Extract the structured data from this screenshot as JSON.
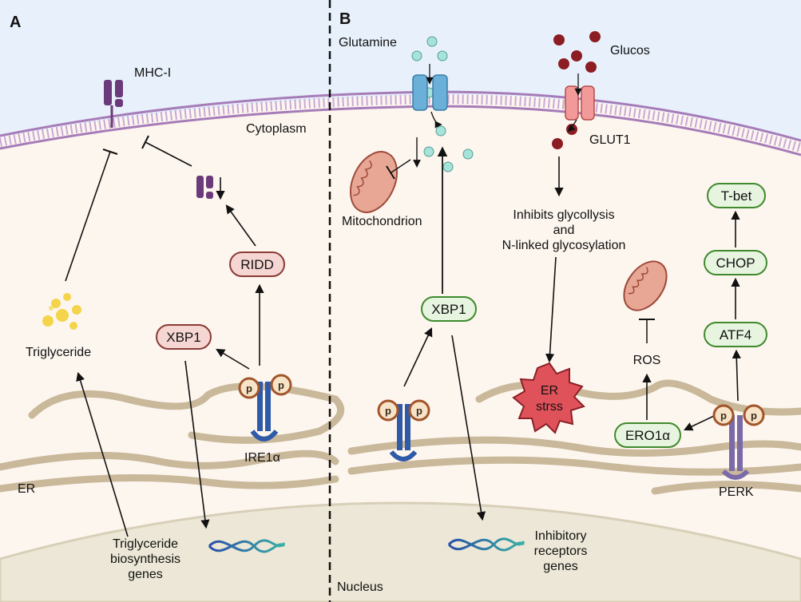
{
  "panels": {
    "a": "A",
    "b": "B"
  },
  "labels": {
    "mhc": "MHC-I",
    "cytoplasm": "Cytoplasm",
    "triglyceride": "Triglyceride",
    "er": "ER",
    "ire1": "IRE1α",
    "tg_genes_1": "Triglyceride",
    "tg_genes_2": "biosynthesis",
    "tg_genes_3": "genes",
    "glutamine": "Glutamine",
    "glucose": "Glucos",
    "glut1": "GLUT1",
    "mito": "Mitochondrion",
    "inhibits_1": "Inhibits glycollysis",
    "inhibits_2": "and",
    "inhibits_3": "N-linked glycosylation",
    "ros": "ROS",
    "perk": "PERK",
    "nucleus": "Nucleus",
    "inhib_1": "Inhibitory",
    "inhib_2": "receptors",
    "inhib_3": "genes",
    "er_stress_1": "ER",
    "er_stress_2": "strss",
    "p": "p"
  },
  "pills": {
    "ridd": "RIDD",
    "xbp1_a": "XBP1",
    "xbp1_b": "XBP1",
    "tbet": "T-bet",
    "chop": "CHOP",
    "atf4": "ATF4",
    "ero1": "ERO1α"
  },
  "colors": {
    "pill_red_fill": "#f5d6d2",
    "pill_red_stroke": "#8a3b35",
    "pill_green_fill": "#e7f4e0",
    "pill_green_stroke": "#3f8a2c",
    "membrane": "#a67cb8",
    "er": "#c9b89a",
    "nucleus": "#ece7d6",
    "cytoplasm": "#fdf6ef",
    "extracellular": "#e8f1fb",
    "glutamine": "#a8e3da",
    "glucose": "#8c1d22",
    "er_stress": "#e0525a"
  },
  "icons": [
    "mhc-receptor-icon",
    "glutamine-transporter-icon",
    "glut1-transporter-icon",
    "mitochondrion-icon",
    "dna-icon",
    "ire1-receptor-icon",
    "perk-receptor-icon",
    "phosphate-icon",
    "lipid-droplet-icon"
  ]
}
